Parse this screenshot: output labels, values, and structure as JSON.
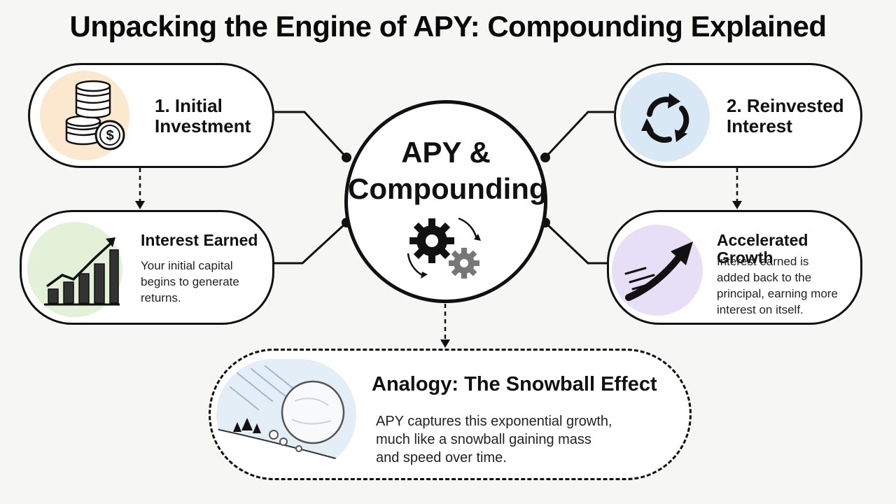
{
  "title": "Unpacking the Engine of APY: Compounding Explained",
  "hub": {
    "line1": "APY &",
    "line2": "Compounding",
    "icon": "gears-icon"
  },
  "nodes": {
    "initial_investment": {
      "title_line1": "1. Initial",
      "title_line2": "Investment",
      "icon": "coin-stack-icon",
      "badge_color": "#fbe8cf"
    },
    "reinvested_interest": {
      "title_line1": "2. Reinvested",
      "title_line2": "Interest",
      "icon": "cycle-arrows-icon",
      "badge_color": "#d9e8f5"
    },
    "interest_earned": {
      "title": "Interest Earned",
      "body_lines": [
        "Your initial capital",
        "begins to generate",
        "returns."
      ],
      "icon": "bar-chart-growth-icon",
      "badge_color": "#e3f1d8"
    },
    "accelerated_growth": {
      "title": "Accelerated Growth",
      "body_lines": [
        "Interest earned is",
        "added back to the",
        "principal, earning more",
        "interest on itself."
      ],
      "icon": "speed-arrow-icon",
      "badge_color": "#e7dff5"
    }
  },
  "analogy": {
    "title": "Analogy: The Snowball Effect",
    "body_lines": [
      "APY captures this exponential growth,",
      "much like a snowball gaining mass",
      "and speed over time."
    ],
    "icon": "snowball-icon",
    "badge_color": "#e4eef6"
  }
}
